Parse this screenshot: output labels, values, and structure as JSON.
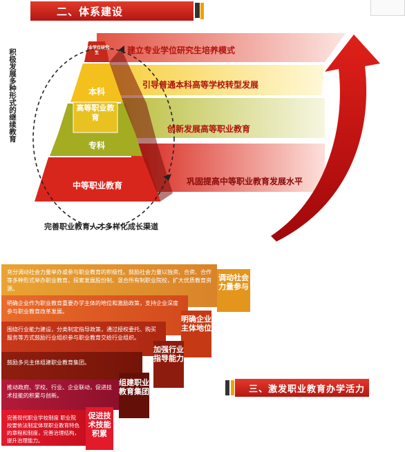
{
  "section2": {
    "title": "二、体系建设"
  },
  "section3": {
    "title": "三、激发职业教育办学活力"
  },
  "pyramid": {
    "top_label": "专业学位研究生",
    "levels": [
      "本科",
      "高等职业教育",
      "专科",
      "中等职业教育"
    ],
    "caption": "完善职业教育人才多样化成长渠道",
    "side_label": "积极发展多种形式的继续教育"
  },
  "bands": [
    "建立专业学位研究生培养模式",
    "引导普通本科高等学校转型发展",
    "创新发展高等职业教育",
    "巩固提高中等职业教育发展水平"
  ],
  "steps": [
    {
      "text": "充分调动社会力量举办或参与职业教育的积极性。鼓励社会力量以独资、合资、合作等多种形式举办职业教育，探索发展股份制、混合所有制职业院校，扩大优质教育资源。",
      "title": "调动社会力量参与"
    },
    {
      "text": "明确企业作为职业教育重要办学主体的地位和激励政策，支持企业深度参与职业教育改革发展。",
      "title": "明确企业主体地位"
    },
    {
      "text": "围绕行业能力建设，分类制定指导政策，通过授权委托、购买服务等方式鼓励行业组织参与职业教育交给行业组织。",
      "title": "加强行业指导能力"
    },
    {
      "text": "鼓励多元主体组建职业教育集团。",
      "title": "组建职业教育集团"
    },
    {
      "text": "推动政府、学校、行业、企业联动，促进技术技能的积累与创新。",
      "title": "促进技术技能积累"
    },
    {
      "text": "完善现代职业学校制度  职业院校要依法制定体现职业教育特色的章程和制度，完善治理结构，提升治理能力。",
      "title": ""
    }
  ]
}
